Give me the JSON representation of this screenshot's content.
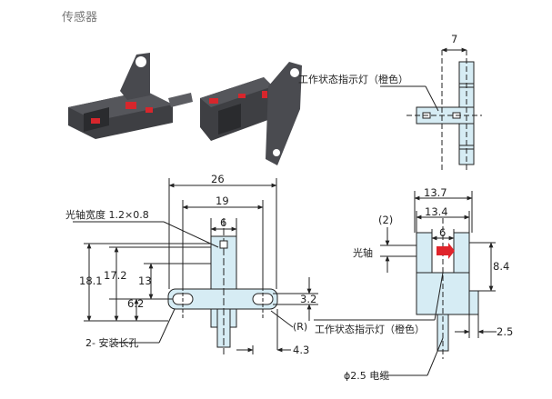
{
  "page": {
    "title": "传感器"
  },
  "front_view": {
    "dim_26": "26",
    "dim_19": "19",
    "dim_6": "6",
    "dim_18_1": "18.1",
    "dim_17_2": "17.2",
    "dim_13": "13",
    "dim_6_2": "6.2",
    "dim_3_2": "3.2",
    "dim_4_3": "4.3",
    "label_optical_axis_width": "光轴宽度 1.2×0.8",
    "label_radius": "(R)",
    "label_mount_holes": "2- 安装长孔"
  },
  "top_view": {
    "dim_7": "7",
    "label_indicator": "工作状态指示灯（橙色）"
  },
  "side_view": {
    "dim_13_7": "13.7",
    "dim_13_4": "13.4",
    "dim_6": "6",
    "dim_2": "(2)",
    "dim_8_4": "8.4",
    "dim_2_5": "2.5",
    "label_optical_axis": "光轴",
    "label_indicator": "工作状态指示灯（橙色）",
    "label_cable": "ϕ2.5 电缆"
  },
  "colors": {
    "indicator": "#e0242b",
    "body": "#d6ecf4",
    "line": "#222222"
  }
}
